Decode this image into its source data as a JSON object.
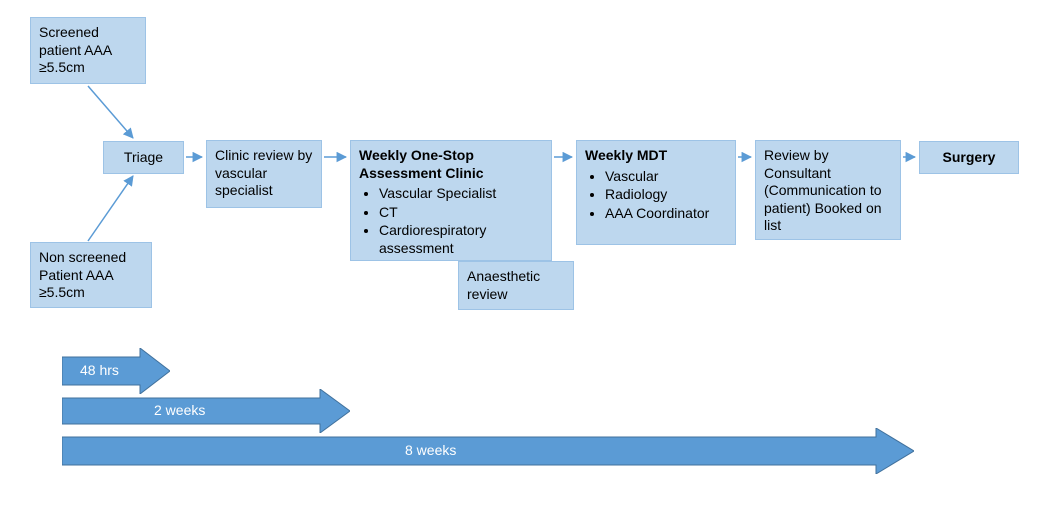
{
  "flow": {
    "screened": {
      "text": "Screened patient AAA ≥5.5cm"
    },
    "non_screened": {
      "text": "Non screened Patient AAA ≥5.5cm"
    },
    "triage": {
      "text": "Triage"
    },
    "clinic_review": {
      "text": "Clinic review by vascular specialist"
    },
    "one_stop": {
      "title": "Weekly One-Stop Assessment Clinic",
      "bullets": [
        "Vascular Specialist",
        "CT",
        "Cardiorespiratory assessment"
      ]
    },
    "anaesthetic": {
      "text": "Anaesthetic review"
    },
    "mdt": {
      "title": "Weekly MDT",
      "bullets": [
        "Vascular",
        "Radiology",
        "AAA Coordinator"
      ]
    },
    "consultant_review": {
      "text": "Review by Consultant (Communication to patient) Booked on list"
    },
    "surgery": {
      "text": "Surgery"
    }
  },
  "timeline": {
    "items": [
      {
        "label": "48 hrs"
      },
      {
        "label": "2 weeks"
      },
      {
        "label": "8 weeks"
      }
    ]
  },
  "colors": {
    "box_fill": "#BDD7EE",
    "box_border": "#9DC3E6",
    "connector": "#5B9BD5",
    "timeline_fill": "#5B9BD5",
    "timeline_border": "#41719C",
    "timeline_text": "#FFFFFF"
  }
}
